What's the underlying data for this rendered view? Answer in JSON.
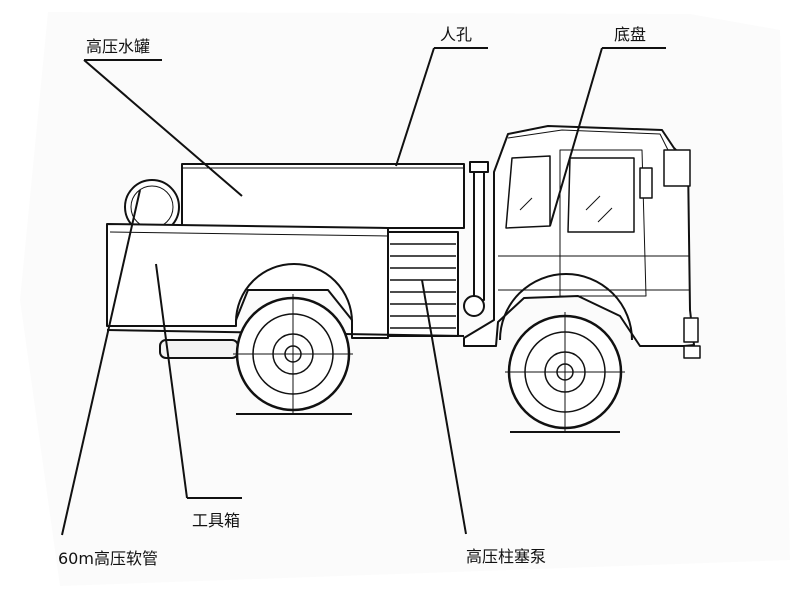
{
  "labels": {
    "tank": "高压水罐",
    "manhole": "人孔",
    "chassis": "底盘",
    "toolbox": "工具箱",
    "hose": "60m高压软管",
    "pump": "高压柱塞泵"
  },
  "colors": {
    "line": "#111111",
    "paper": "#ffffff",
    "shade": "#f3f3f3"
  }
}
